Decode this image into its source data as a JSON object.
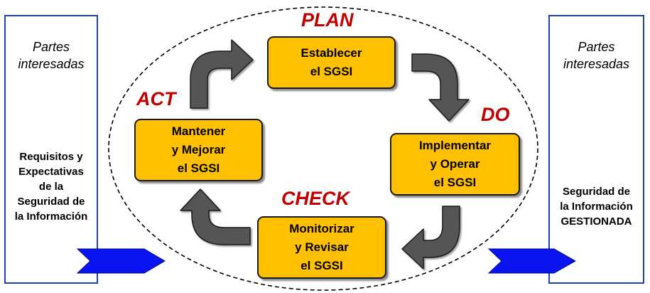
{
  "left_panel": {
    "title": "Partes\ninteresadas",
    "body": "Requisitos y\nExpectativas\nde la\nSeguridad de\nla Información"
  },
  "right_panel": {
    "title": "Partes\ninteresadas",
    "body": "Seguridad de\nla Información\nGESTIONADA"
  },
  "cycle": {
    "plan": {
      "label": "PLAN",
      "box": "Establecer\nel SGSI"
    },
    "do": {
      "label": "DO",
      "box": "Implementar\ny Operar\nel SGSI"
    },
    "check": {
      "label": "CHECK",
      "box": "Monitorizar\ny Revisar\nel SGSI"
    },
    "act": {
      "label": "ACT",
      "box": "Mantener\ny Mejorar\nel SGSI"
    }
  },
  "colors": {
    "box_fill": "#ffc000",
    "phase_label": "#c00000",
    "panel_border": "#1f3fb8",
    "flow_arrow": "#0a14f0",
    "cycle_arrow": "#555555"
  },
  "icons": {
    "cycle_arrows": "curved-arrow-icon",
    "flow_arrows": "chevron-arrow-icon"
  }
}
